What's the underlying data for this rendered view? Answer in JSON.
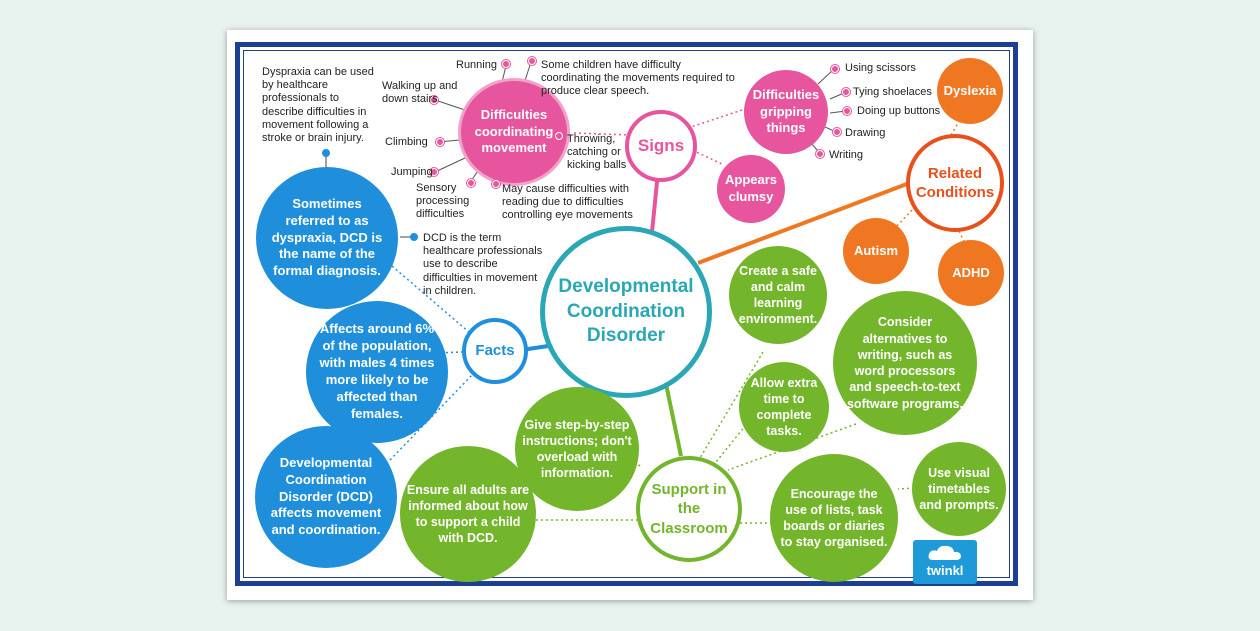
{
  "title": "Developmental Coordination Disorder",
  "branches": {
    "signs": "Signs",
    "facts": "Facts",
    "support": "Support in the Classroom",
    "related": "Related Conditions"
  },
  "signs": {
    "difficulties_coordinating": "Difficulties coordinating movement",
    "coordinating_items": {
      "running": "Running",
      "some_children": "Some children have difficulty coordinating the movements required to produce clear speech.",
      "walking": "Walking up and down stairs",
      "climbing": "Climbing",
      "throwing": "Throwing, catching or kicking balls",
      "jumping": "Jumping",
      "sensory": "Sensory processing difficulties",
      "reading": "May cause difficulties with reading due to difficulties controlling eye movements"
    },
    "dyspraxia_note": "Dyspraxia can be used by healthcare professionals to describe difficulties in movement following a stroke or brain injury.",
    "difficulties_gripping": "Difficulties gripping things",
    "gripping_items": {
      "scissors": "Using scissors",
      "shoelaces": "Tying shoelaces",
      "buttons": "Doing up buttons",
      "drawing": "Drawing",
      "writing": "Writing"
    },
    "clumsy": "Appears clumsy"
  },
  "related": {
    "dyslexia": "Dyslexia",
    "autism": "Autism",
    "adhd": "ADHD"
  },
  "facts": {
    "sometimes": "Sometimes referred to as dyspraxia, DCD is the name of the formal diagnosis.",
    "dcd_term": "DCD is the term healthcare professionals use to describe difficulties in movement in children.",
    "affects_6": "Affects around 6% of the population, with males 4 times more likely to be affected than females.",
    "dcd_affects": "Developmental Coordination Disorder (DCD) affects movement and coordination."
  },
  "support": {
    "safe": "Create a safe and calm learning environment.",
    "alternatives": "Consider alternatives to writing, such as word processors and speech-to-text software programs.",
    "extra_time": "Allow extra time to complete tasks.",
    "step": "Give step-by-step instructions; don't overload with information.",
    "ensure": "Ensure all adults are informed about how to support a child with DCD.",
    "lists": "Encourage the use of lists, task boards or diaries to stay organised.",
    "visual": "Use visual timetables and prompts."
  },
  "logo": "twinkl",
  "colors": {
    "teal": "#2aa7b5",
    "pink": "#e6559d",
    "blue": "#1f8fdc",
    "green": "#73b52b",
    "orange": "#ef7722",
    "red": "#e8501c",
    "navy": "#1c3f94"
  }
}
